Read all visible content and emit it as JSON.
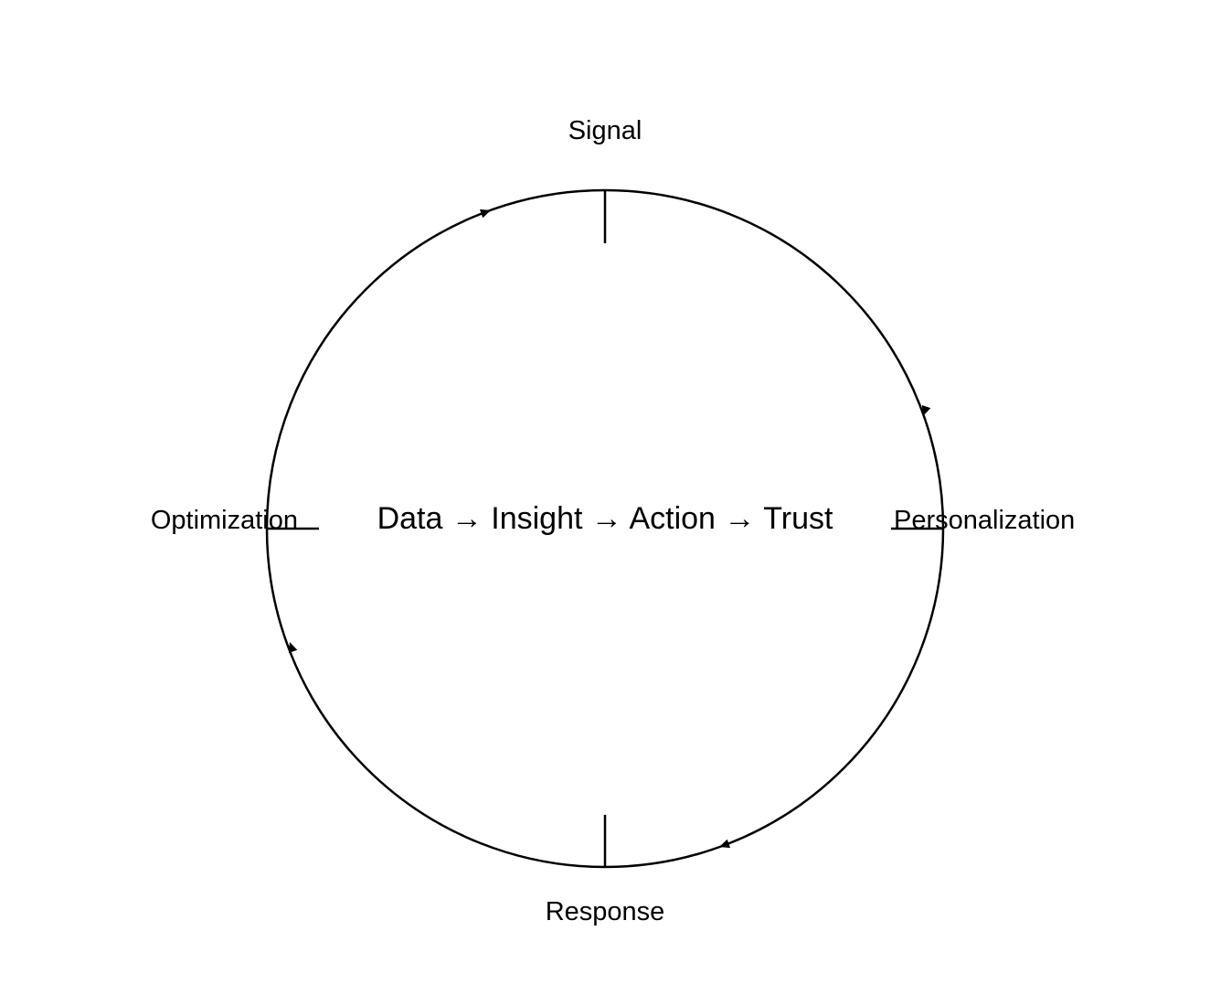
{
  "diagram": {
    "stages": [
      {
        "id": "signal",
        "label": "Signal"
      },
      {
        "id": "personalization",
        "label": "Personalization"
      },
      {
        "id": "response",
        "label": "Response"
      },
      {
        "id": "optimization",
        "label": "Optimization"
      }
    ],
    "center_label": "Data → Insight → Action → Trust",
    "direction": "clockwise",
    "colors": {
      "stroke": "#000000",
      "background": "#ffffff",
      "text": "#000000"
    }
  }
}
